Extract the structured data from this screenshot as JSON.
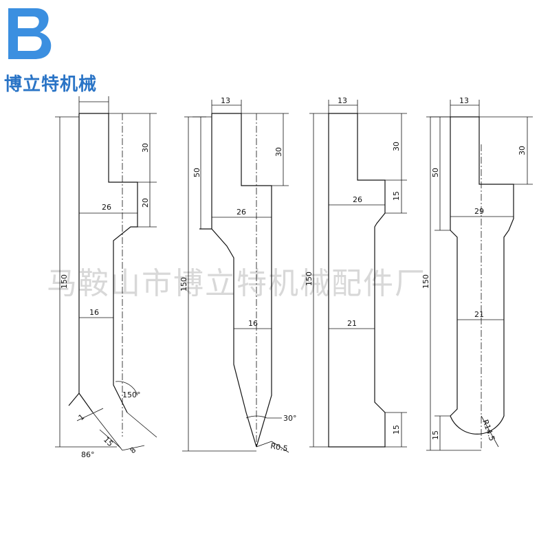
{
  "brand": {
    "logo_letter": "B",
    "name": "博立特机械",
    "color": "#2a74c6",
    "logo_color": "#3b8fe0"
  },
  "watermark": "马鞍山市博立特机械配件厂",
  "drawings": [
    {
      "id": "tool-1",
      "dims": {
        "top_width": "",
        "d30": "30",
        "d20": "20",
        "w26": "26",
        "w16": "16",
        "h150": "150",
        "angle150": "150°",
        "d1": "1",
        "d15": "15",
        "d8": "8",
        "angle86": "86°"
      }
    },
    {
      "id": "tool-2",
      "dims": {
        "w13": "13",
        "d30": "30",
        "d50": "50",
        "w26": "26",
        "w16": "16",
        "h150": "150",
        "angle30": "30°",
        "r": "R0.5"
      }
    },
    {
      "id": "tool-3",
      "dims": {
        "w13": "13",
        "d30": "30",
        "d15a": "15",
        "w26": "26",
        "w21": "21",
        "h150": "150",
        "d15b": "15"
      }
    },
    {
      "id": "tool-4",
      "dims": {
        "w13": "13",
        "d30": "30",
        "d50": "50",
        "w29": "29",
        "w21": "21",
        "h150": "150",
        "d15": "15",
        "r": "R14.5"
      }
    }
  ]
}
